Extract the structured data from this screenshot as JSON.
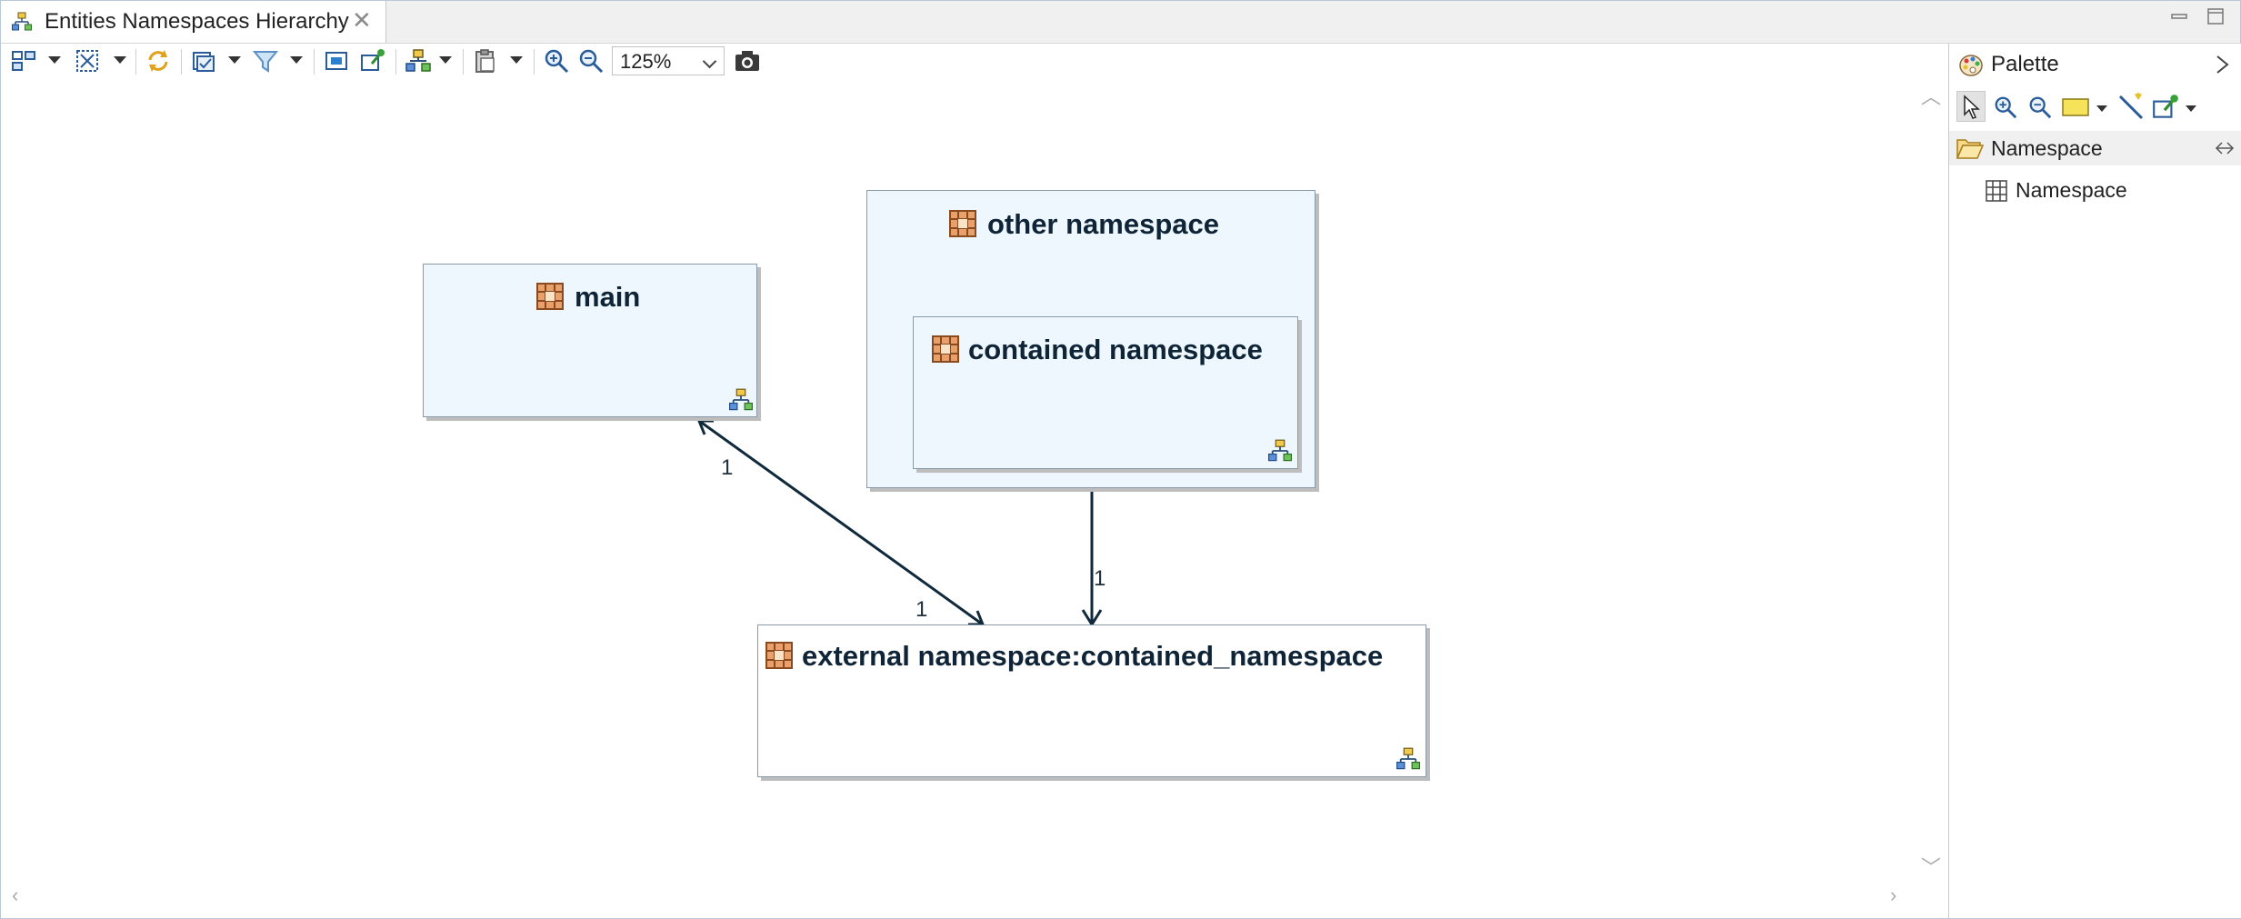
{
  "editor": {
    "tab_label": "Entities Namespaces Hierarchy",
    "zoom_level": "125%"
  },
  "palette": {
    "title": "Palette",
    "drawer_label": "Namespace",
    "entry_label": "Namespace"
  },
  "diagram": {
    "nodes": {
      "main": "main",
      "other": "other namespace",
      "contained": "contained namespace",
      "external": "external namespace:contained_namespace"
    },
    "edges": {
      "main_end": "1",
      "external_end_from_main": "1",
      "contained_to_external": "1"
    }
  },
  "colors": {
    "node_fill": "#eef7fd",
    "node_border": "#8a9aa8",
    "edge": "#102a3c",
    "namespace_icon": "#e08a4b"
  }
}
